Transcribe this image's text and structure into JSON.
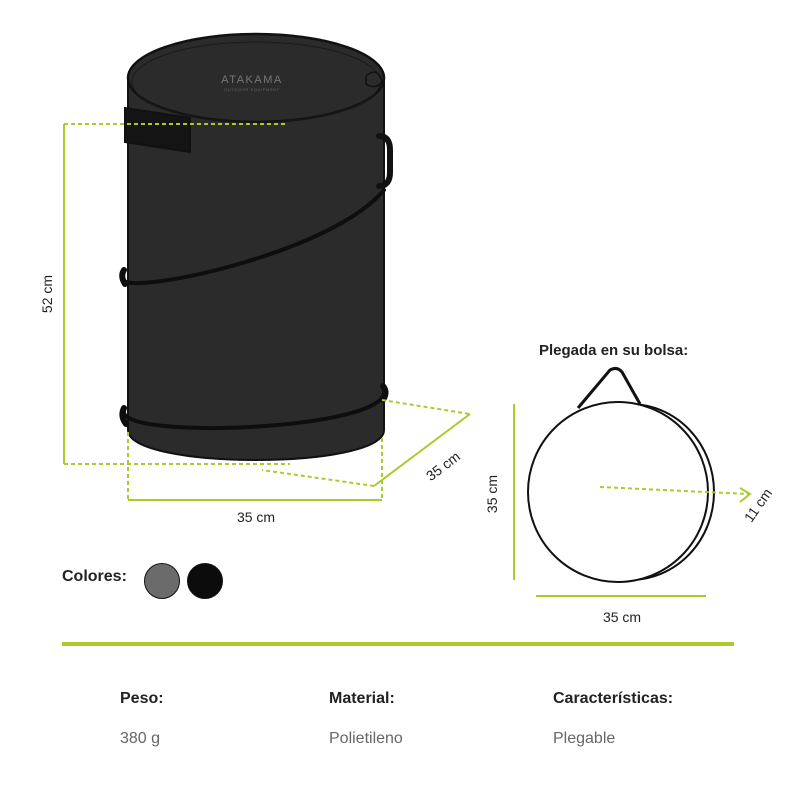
{
  "brand": {
    "logo_text": "ATAKAMA",
    "logo_subtext": "OUTDOOR EQUIPMENT"
  },
  "main_product": {
    "height_label": "52 cm",
    "width_label": "35 cm",
    "depth_label": "35 cm"
  },
  "folded": {
    "title": "Plegada en su bolsa:",
    "height_label": "35 cm",
    "width_label": "35 cm",
    "thickness_label": "11 cm"
  },
  "colors": {
    "label": "Colores:",
    "swatches": [
      {
        "name": "gris",
        "hex": "#6b6b6b"
      },
      {
        "name": "negro",
        "hex": "#0c0c0c"
      }
    ]
  },
  "specs": [
    {
      "title": "Peso:",
      "value": "380 g"
    },
    {
      "title": "Material:",
      "value": "Polietileno"
    },
    {
      "title": "Características:",
      "value": "Plegable"
    }
  ],
  "accent_color": "#a8cc2c",
  "product_color": "#2b2b2b"
}
